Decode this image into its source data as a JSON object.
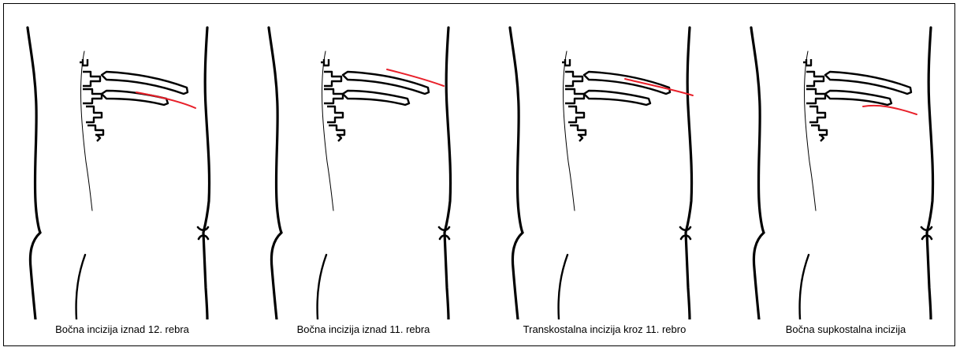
{
  "figure": {
    "panels": [
      {
        "id": "panel-1",
        "caption": "Bočna incizija iznad 12. rebra"
      },
      {
        "id": "panel-2",
        "caption": "Bočna incizija iznad 11. rebra"
      },
      {
        "id": "panel-3",
        "caption": "Transkostalna incizija kroz 11. rebro"
      },
      {
        "id": "panel-4",
        "caption": "Bočna supkostalna incizija"
      }
    ],
    "colors": {
      "outline": "#000000",
      "incision": "#e8202a",
      "background": "#ffffff"
    }
  }
}
